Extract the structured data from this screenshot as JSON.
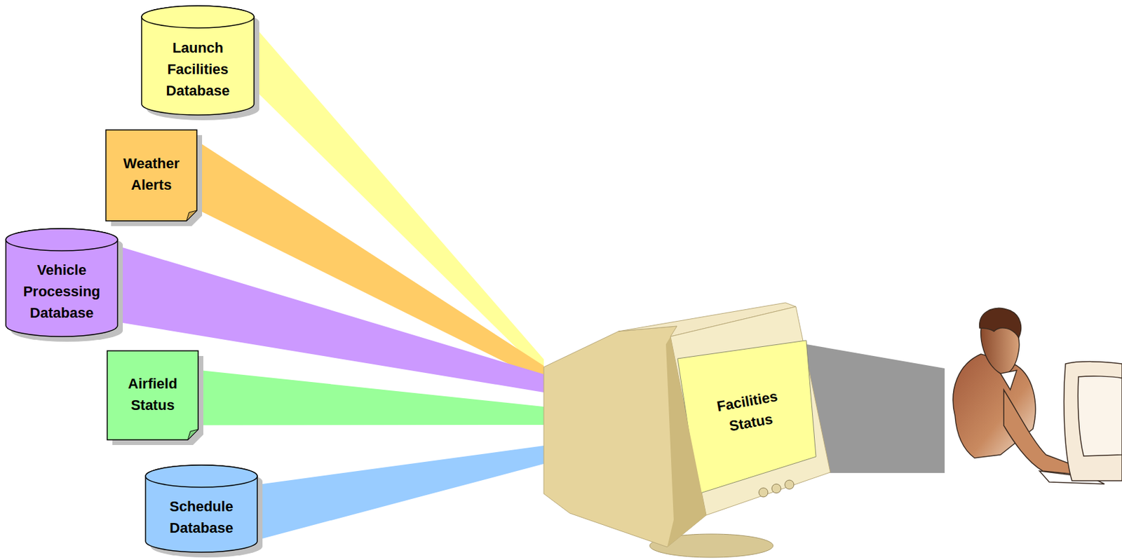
{
  "diagram": {
    "nodes": [
      {
        "text": [
          "Launch Facilities Database"
        ]
      },
      {
        "text": [
          "Weather Alerts"
        ]
      },
      {
        "text": [
          "Vehicle Processing Database"
        ]
      },
      {
        "text": [
          "Airfield Status"
        ]
      },
      {
        "text": [
          "Schedule Database"
        ]
      },
      {
        "text": [
          "Facilities Status"
        ]
      }
    ],
    "edges": [
      {
        "from": 0,
        "to": 5,
        "arrow": "none"
      },
      {
        "from": 1,
        "to": 5,
        "arrow": "none"
      },
      {
        "from": 2,
        "to": 5,
        "arrow": "none"
      },
      {
        "from": 3,
        "to": 5,
        "arrow": "none"
      },
      {
        "from": 4,
        "to": 5,
        "arrow": "none"
      }
    ]
  }
}
